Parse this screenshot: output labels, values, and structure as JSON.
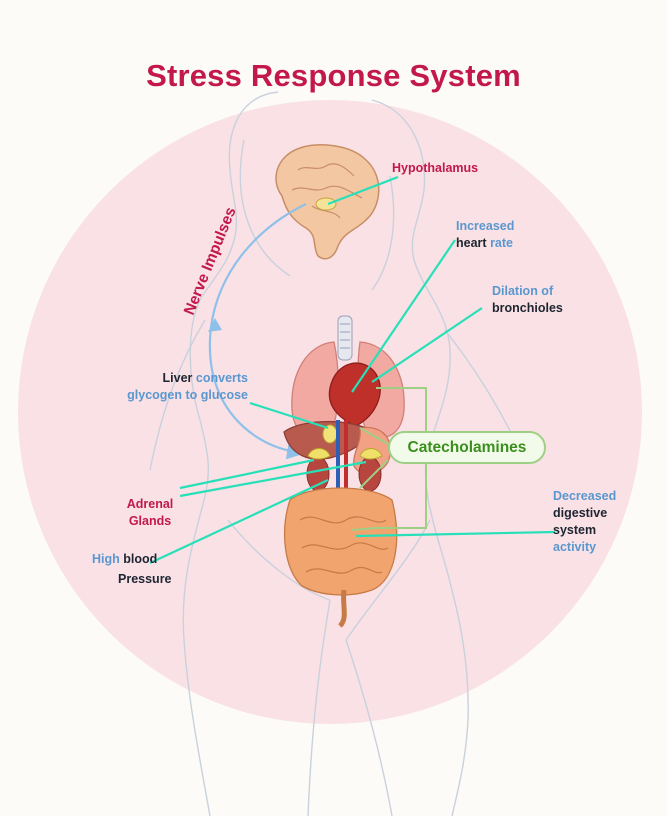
{
  "title": "Stress Response System",
  "labels": {
    "hypothalamus": "Hypothalamus",
    "nerve_impulses": "Nerve Impulses",
    "heart_line1": "Increased",
    "heart_word1": "heart",
    "heart_word2": "rate",
    "bronch_line1": "Dilation of",
    "bronch_line2": "bronchioles",
    "liver_word1": "Liver",
    "liver_word2": "converts",
    "liver_line2": "glycogen to glucose",
    "catecholamines": "Catecholamines",
    "adrenal_line1": "Adrenal",
    "adrenal_line2": "Glands",
    "bp_word1": "High",
    "bp_word2": "blood",
    "bp_line2": "Pressure",
    "dig_line1": "Decreased",
    "dig_line2": "digestive",
    "dig_line3": "system",
    "dig_line4": "activity"
  },
  "colors": {
    "title": "#c2184b",
    "highlight_blue": "#5a97cf",
    "pointer_line": "#27e0b8",
    "catecholamine_green": "#9fcf85",
    "background_circle": "#f9e1e6"
  }
}
